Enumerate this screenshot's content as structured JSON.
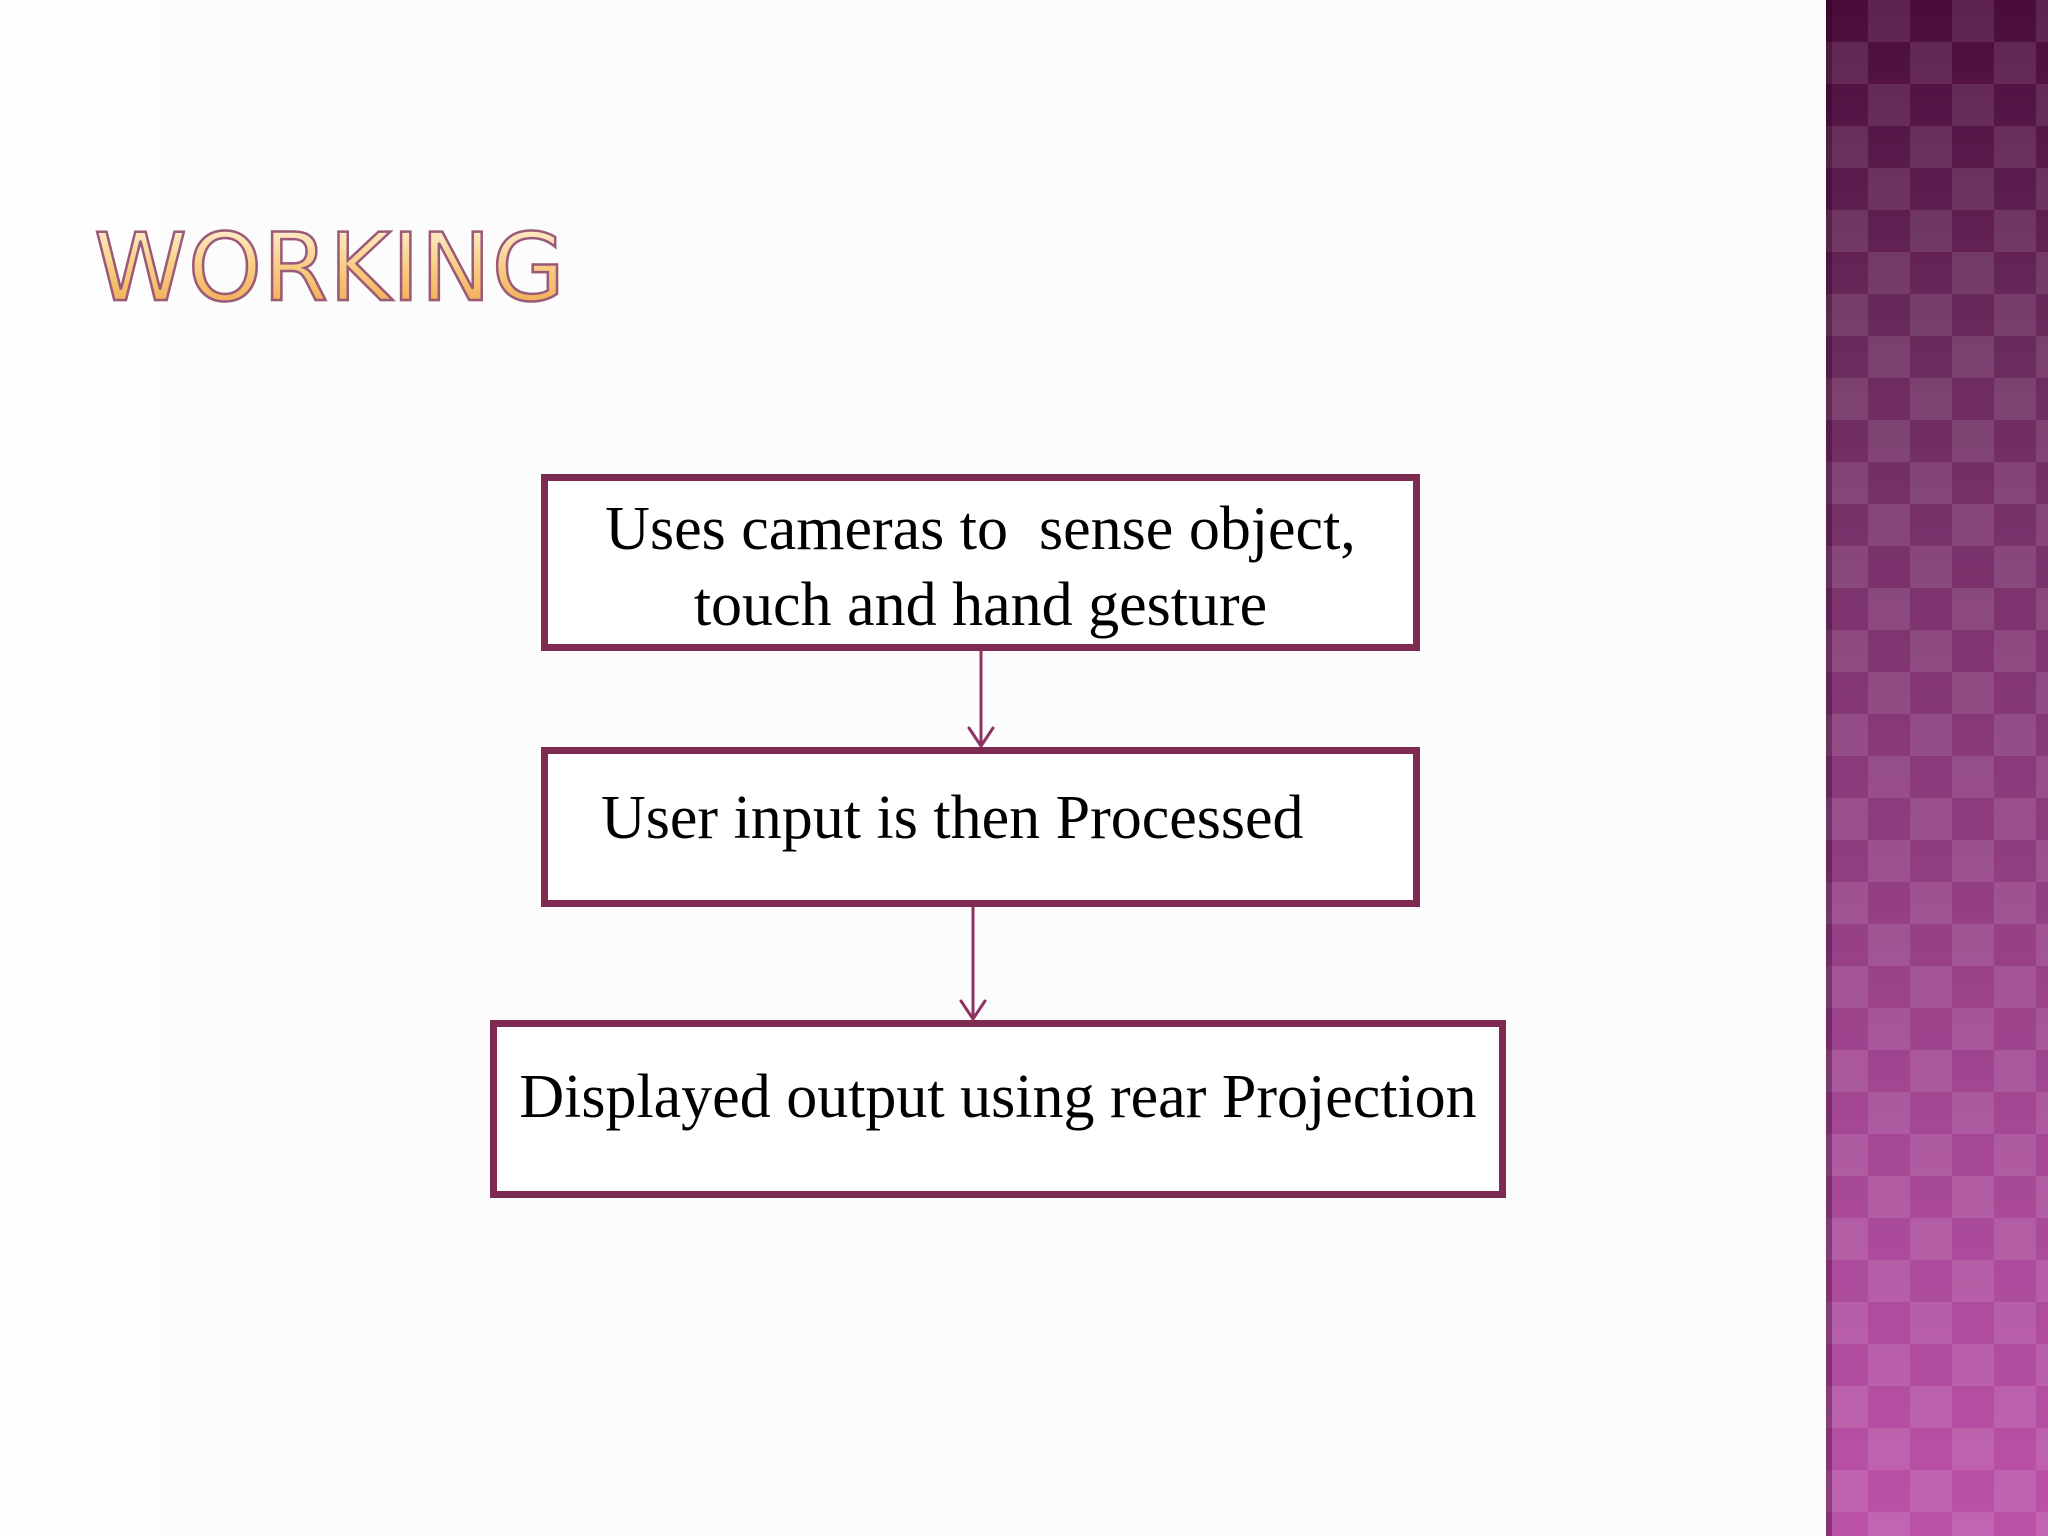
{
  "slide": {
    "title": "WORKING"
  },
  "flow": {
    "steps": [
      {
        "lines": [
          "Uses cameras to  sense object,",
          "touch and hand gesture"
        ]
      },
      {
        "lines": [
          "User input is then Processed"
        ]
      },
      {
        "lines": [
          "Displayed output using rear Projection"
        ]
      }
    ]
  },
  "colors": {
    "box_border": "#7e2b52",
    "arrow": "#8c3560",
    "title_fill": "#f6c06a",
    "title_outline": "#9a5a7a",
    "side_band_top": "#4a0a3a",
    "side_band_bottom": "#bb52a8"
  }
}
